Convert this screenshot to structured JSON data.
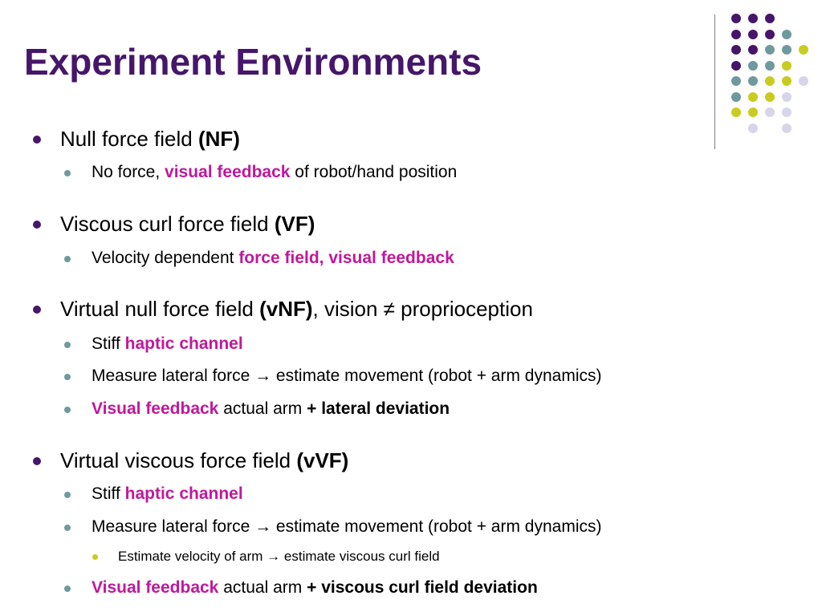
{
  "slide": {
    "title": "Experiment Environments",
    "colors": {
      "title": "#46166b",
      "highlight": "#c0189b",
      "bullet_l1": "#46166b",
      "bullet_l2": "#6e9a9d",
      "bullet_l3": "#c8cc1e",
      "dot_purple": "#46166b",
      "dot_teal": "#6e9a9d",
      "dot_yellow": "#c8cc1e",
      "dot_lavender": "#d7d5ea"
    },
    "decoration": {
      "dots": [
        [
          "purple",
          "purple",
          "purple",
          null,
          null
        ],
        [
          "purple",
          "purple",
          "purple",
          "teal",
          null
        ],
        [
          "purple",
          "purple",
          "teal",
          "teal",
          "yellow"
        ],
        [
          "purple",
          "teal",
          "teal",
          "yellow",
          null
        ],
        [
          "teal",
          "teal",
          "yellow",
          "yellow",
          "lavender"
        ],
        [
          "teal",
          "yellow",
          "yellow",
          "lavender",
          null
        ],
        [
          "yellow",
          "yellow",
          "lavender",
          "lavender",
          null
        ],
        [
          null,
          "lavender",
          null,
          "lavender",
          null
        ]
      ]
    },
    "items": [
      {
        "level": 1,
        "parts": [
          {
            "t": "Null force field "
          },
          {
            "t": "(NF)",
            "s": "b"
          }
        ]
      },
      {
        "level": 2,
        "parts": [
          {
            "t": "No force, "
          },
          {
            "t": "visual feedback",
            "s": "hl"
          },
          {
            "t": " of robot/hand position"
          }
        ]
      },
      {
        "level": 1,
        "parts": [
          {
            "t": "Viscous curl force field "
          },
          {
            "t": "(VF)",
            "s": "b"
          }
        ]
      },
      {
        "level": 2,
        "parts": [
          {
            "t": "Velocity dependent "
          },
          {
            "t": "force field, visual feedback",
            "s": "hl"
          }
        ]
      },
      {
        "level": 1,
        "parts": [
          {
            "t": "Virtual null force field "
          },
          {
            "t": "(vNF)",
            "s": "b"
          },
          {
            "t": ", vision ≠ proprioception"
          }
        ]
      },
      {
        "level": 2,
        "parts": [
          {
            "t": "Stiff "
          },
          {
            "t": "haptic channel",
            "s": "hl"
          }
        ]
      },
      {
        "level": 2,
        "parts": [
          {
            "t": "Measure lateral force → estimate movement (robot + arm dynamics)"
          }
        ]
      },
      {
        "level": 2,
        "parts": [
          {
            "t": "Visual feedback",
            "s": "hl"
          },
          {
            "t": " actual arm "
          },
          {
            "t": "+ lateral deviation",
            "s": "b"
          }
        ]
      },
      {
        "level": 1,
        "parts": [
          {
            "t": "Virtual viscous force field "
          },
          {
            "t": "(vVF)",
            "s": "b"
          }
        ]
      },
      {
        "level": 2,
        "parts": [
          {
            "t": "Stiff "
          },
          {
            "t": "haptic channel",
            "s": "hl"
          }
        ]
      },
      {
        "level": 2,
        "parts": [
          {
            "t": "Measure lateral force → estimate movement (robot + arm dynamics)"
          }
        ]
      },
      {
        "level": 3,
        "parts": [
          {
            "t": "Estimate velocity of arm → estimate viscous curl field"
          }
        ]
      },
      {
        "level": 2,
        "parts": [
          {
            "t": "Visual feedback",
            "s": "hl"
          },
          {
            "t": " actual arm "
          },
          {
            "t": "+ viscous curl field deviation",
            "s": "b"
          }
        ]
      }
    ]
  }
}
